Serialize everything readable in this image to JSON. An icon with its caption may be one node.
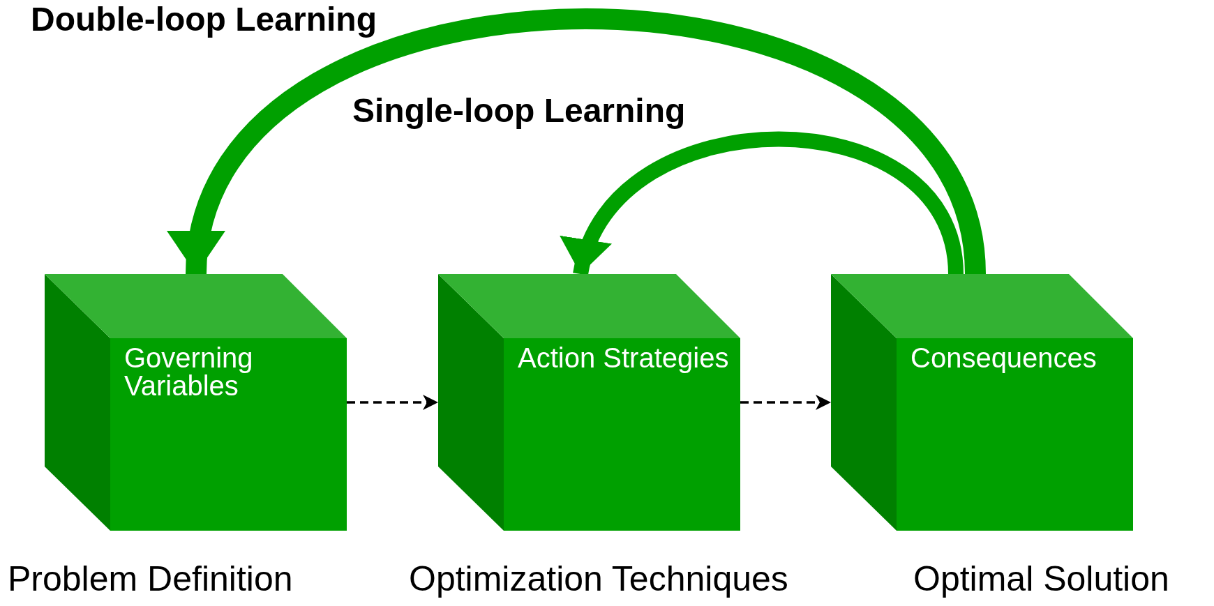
{
  "diagram": {
    "nodes": [
      {
        "text": [
          "Governing Variables"
        ],
        "beside": [
          "Problem Definition"
        ]
      },
      {
        "text": [
          "Action Strategies"
        ],
        "beside": [
          "Optimization Techniques"
        ]
      },
      {
        "text": [
          "Consequences"
        ],
        "beside": [
          "Optimal Solution"
        ]
      }
    ],
    "edges": [
      {
        "from": 0,
        "to": 1,
        "arrow": "to",
        "style": "dashed"
      },
      {
        "from": 1,
        "to": 2,
        "arrow": "to",
        "style": "dashed"
      },
      {
        "from": 2,
        "to": 0,
        "arrow": "to",
        "style": "thick",
        "color": "#00a000"
      },
      {
        "from": 2,
        "to": 1,
        "arrow": "to",
        "style": "thick",
        "color": "#00a000"
      }
    ],
    "labels": [
      "Double-loop Learning",
      "Single-loop Learning"
    ]
  }
}
